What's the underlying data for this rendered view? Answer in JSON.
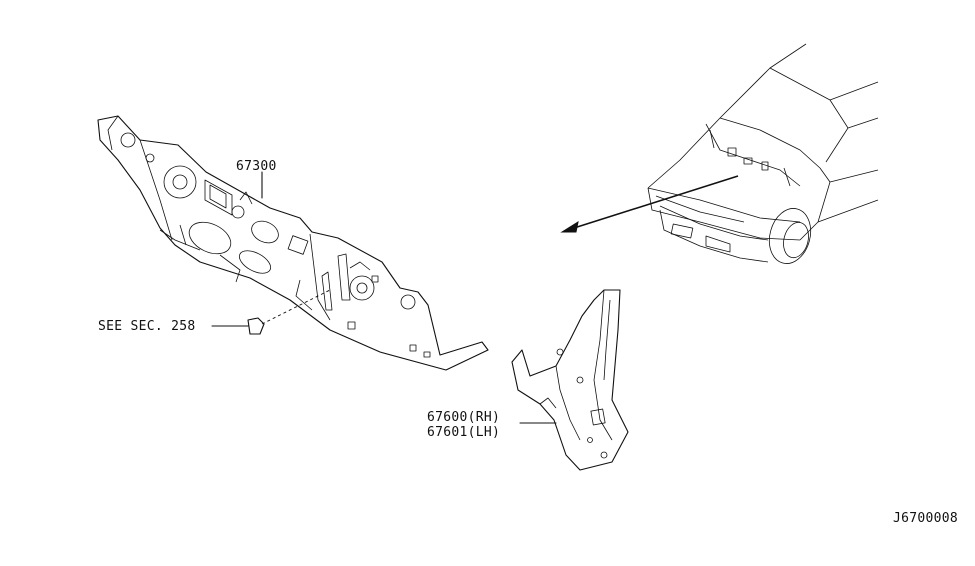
{
  "labels": {
    "dash_panel": "67300",
    "see_sec": "SEE SEC. 258",
    "pillar_rh": "67600(RH)",
    "pillar_lh": "67601(LH)",
    "diagram_code": "J6700008"
  },
  "colors": {
    "ink": "#111111",
    "background": "#ffffff"
  }
}
